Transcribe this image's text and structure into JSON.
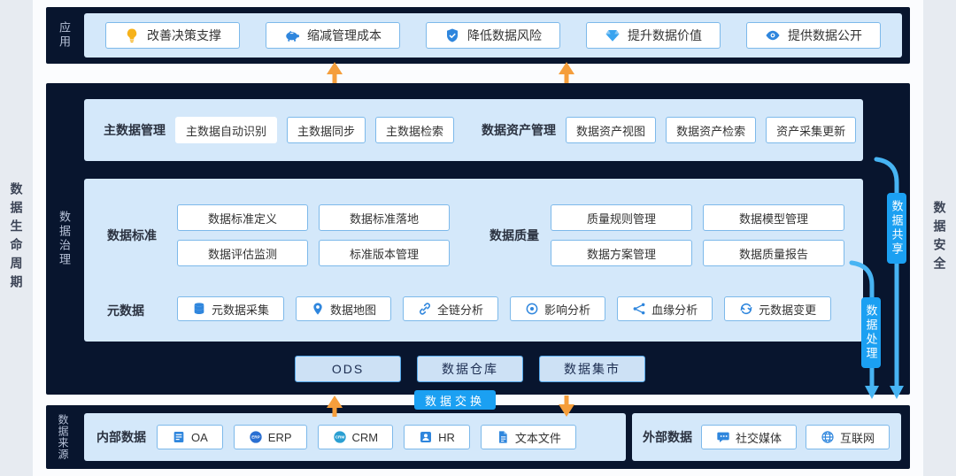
{
  "colors": {
    "dark_navy": "#08152e",
    "panel_blue": "#d4e8fa",
    "accent_blue": "#1ba0f2",
    "button_border": "#7db9ea",
    "arrow_orange": "#f59e3c"
  },
  "rails": {
    "left": "数据生命周期",
    "right": "数据安全"
  },
  "app": {
    "label": "应用",
    "items": [
      {
        "label": "改善决策支撑",
        "icon": "bulb-icon"
      },
      {
        "label": "缩减管理成本",
        "icon": "piggy-bank-icon"
      },
      {
        "label": "降低数据风险",
        "icon": "shield-icon"
      },
      {
        "label": "提升数据价值",
        "icon": "diamond-icon"
      },
      {
        "label": "提供数据公开",
        "icon": "eye-icon"
      }
    ]
  },
  "gov": {
    "label": "数据治理",
    "master": {
      "label": "主数据管理",
      "items": [
        {
          "label": "主数据自动识别"
        },
        {
          "label": "主数据同步"
        },
        {
          "label": "主数据检索"
        }
      ]
    },
    "assets": {
      "label": "数据资产管理",
      "items": [
        {
          "label": "数据资产视图"
        },
        {
          "label": "数据资产检索"
        },
        {
          "label": "资产采集更新"
        }
      ]
    },
    "standards": {
      "label": "数据标准",
      "items": [
        {
          "label": "数据标准定义"
        },
        {
          "label": "数据标准落地"
        },
        {
          "label": "数据评估监测"
        },
        {
          "label": "标准版本管理"
        }
      ]
    },
    "quality": {
      "label": "数据质量",
      "items": [
        {
          "label": "质量规则管理"
        },
        {
          "label": "数据模型管理"
        },
        {
          "label": "数据方案管理"
        },
        {
          "label": "数据质量报告"
        }
      ]
    },
    "metadata": {
      "label": "元数据",
      "items": [
        {
          "label": "元数据采集",
          "icon": "database-icon"
        },
        {
          "label": "数据地图",
          "icon": "map-pin-icon"
        },
        {
          "label": "全链分析",
          "icon": "link-icon"
        },
        {
          "label": "影响分析",
          "icon": "impact-icon"
        },
        {
          "label": "血缘分析",
          "icon": "lineage-icon"
        },
        {
          "label": "元数据变更",
          "icon": "change-icon"
        }
      ]
    },
    "storage": {
      "items": [
        {
          "label": "ODS"
        },
        {
          "label": "数据仓库"
        },
        {
          "label": "数据集市"
        }
      ]
    }
  },
  "connectors": {
    "share": "数据共享",
    "process": "数据处理",
    "exchange": "数据交换"
  },
  "src": {
    "label": "数据来源",
    "internal": {
      "label": "内部数据",
      "items": [
        {
          "label": "OA",
          "icon": "oa-doc-icon"
        },
        {
          "label": "ERP",
          "icon": "erp-badge-icon",
          "badge": "ERP"
        },
        {
          "label": "CRM",
          "icon": "crm-badge-icon",
          "badge": "CRM"
        },
        {
          "label": "HR",
          "icon": "hr-person-icon"
        },
        {
          "label": "文本文件",
          "icon": "text-file-icon"
        }
      ]
    },
    "external": {
      "label": "外部数据",
      "items": [
        {
          "label": "社交媒体",
          "icon": "social-chat-icon"
        },
        {
          "label": "互联网",
          "icon": "globe-icon"
        }
      ]
    }
  }
}
